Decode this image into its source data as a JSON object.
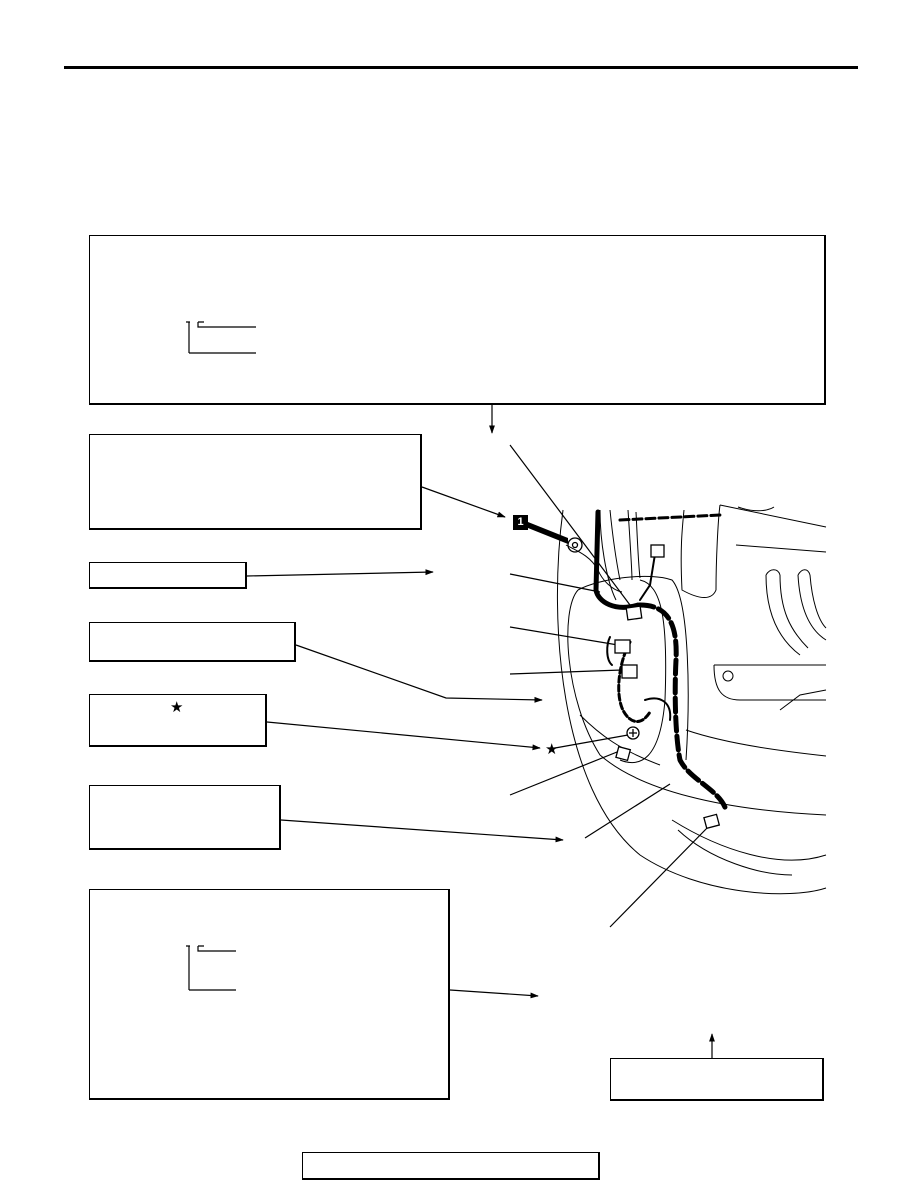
{
  "page": {
    "header_rule": "header-rule",
    "marker_label": "1",
    "star_symbol": "★"
  },
  "callouts": [
    {
      "id": "top-wide-box",
      "label": ""
    },
    {
      "id": "box-2",
      "label": ""
    },
    {
      "id": "box-3",
      "label": ""
    },
    {
      "id": "box-4",
      "label": ""
    },
    {
      "id": "box-5-star",
      "label": ""
    },
    {
      "id": "box-6",
      "label": ""
    },
    {
      "id": "bottom-large-box",
      "label": ""
    },
    {
      "id": "bottom-right-box",
      "label": ""
    }
  ],
  "footer": {
    "label": ""
  },
  "icons": [
    "connector-icon",
    "ground-terminal-icon",
    "star-icon",
    "marker-1-icon"
  ]
}
